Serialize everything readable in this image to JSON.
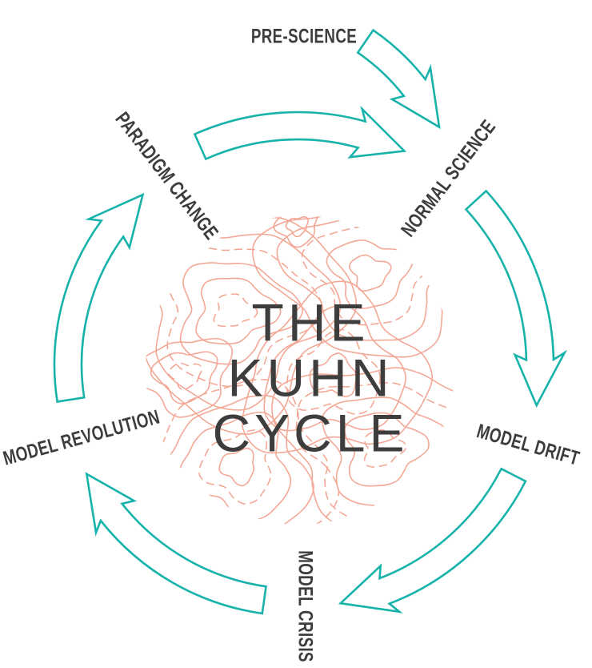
{
  "title": {
    "line1": "THE KUHN",
    "line2": "CYCLE"
  },
  "stages": [
    {
      "id": "pre-science",
      "label": "PRE-SCIENCE"
    },
    {
      "id": "normal-science",
      "label": "NORMAL SCIENCE"
    },
    {
      "id": "model-drift",
      "label": "MODEL DRIFT"
    },
    {
      "id": "model-crisis",
      "label": "MODEL CRISIS"
    },
    {
      "id": "model-revolution",
      "label": "MODEL REVOLUTION"
    },
    {
      "id": "paradigm-change",
      "label": "PARADIGM CHANGE"
    }
  ],
  "arrows": [
    {
      "from": "pre-science",
      "to": "normal-science"
    },
    {
      "from": "paradigm-change",
      "to": "normal-science"
    },
    {
      "from": "normal-science",
      "to": "model-drift"
    },
    {
      "from": "model-drift",
      "to": "model-crisis"
    },
    {
      "from": "model-crisis",
      "to": "model-revolution"
    },
    {
      "from": "model-revolution",
      "to": "paradigm-change"
    }
  ],
  "colors": {
    "arrow_teal": "#17b3ab",
    "contour_salmon": "#f3a896",
    "text_ink": "#3d3d3d",
    "background": "#ffffff"
  }
}
